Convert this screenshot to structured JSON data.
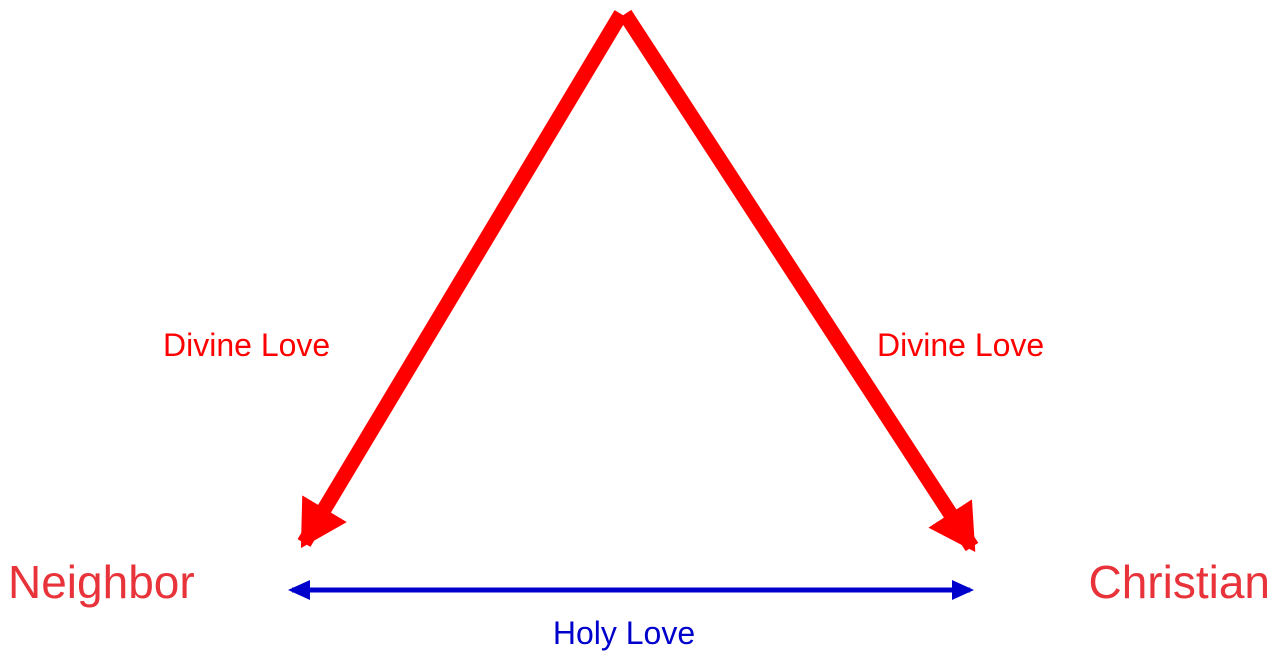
{
  "nodes": {
    "neighbor": "Neighbor",
    "christian": "Christian"
  },
  "edges": {
    "left_label": "Divine Love",
    "right_label": "Divine Love",
    "bottom_label": "Holy Love"
  },
  "colors": {
    "divine": "#ff0000",
    "holy": "#0000cc",
    "node_text": "#e8333a"
  }
}
